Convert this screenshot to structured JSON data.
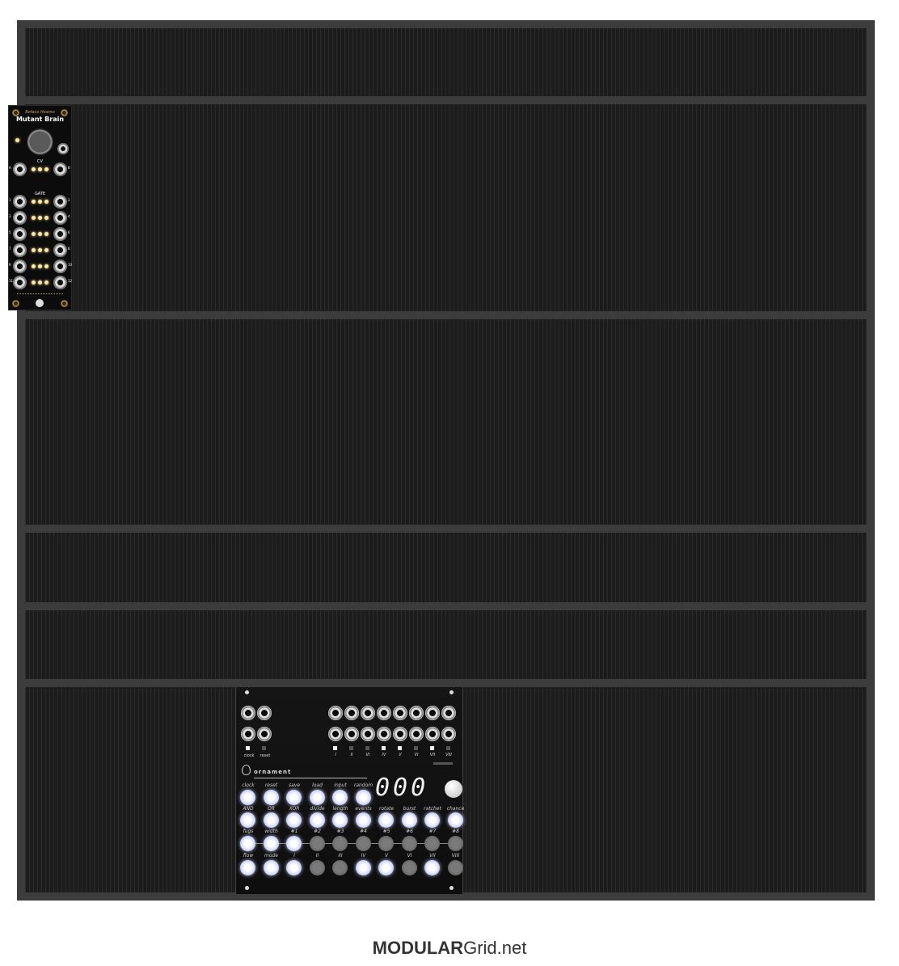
{
  "rack": {
    "rows": [
      "row-1",
      "row-2",
      "row-3",
      "row-4",
      "row-5",
      "row-6"
    ]
  },
  "mutant_brain": {
    "brand": "Befaco Hexmo",
    "name": "Mutant Brain",
    "cv_label": "CV",
    "gate_label": "GATE",
    "left_numbers": [
      "A",
      "1",
      "3",
      "5",
      "7",
      "9",
      "11"
    ],
    "right_numbers": [
      "B",
      "2",
      "4",
      "6",
      "8",
      "10",
      "12"
    ]
  },
  "sequencer": {
    "input_labels": [
      "clock",
      "reset"
    ],
    "brand": "ornament",
    "display": "000",
    "top_labels": [
      "clock",
      "reset",
      "save",
      "load",
      "input",
      "random"
    ],
    "row2_labels": [
      "AND",
      "OR",
      "XOR",
      "divide",
      "length",
      "events",
      "rotate",
      "burst",
      "ratchet",
      "chance"
    ],
    "row3_labels": [
      "fugs",
      "width",
      "#1",
      "#2",
      "#3",
      "#4",
      "#5",
      "#6",
      "#7",
      "#8"
    ],
    "row4_labels": [
      "flow",
      "mode",
      "I",
      "II",
      "III",
      "IV",
      "V",
      "VI",
      "VII",
      "VIII"
    ],
    "channel_labels": [
      "I",
      "II",
      "III",
      "IV",
      "V",
      "VI",
      "VII",
      "VIII"
    ],
    "row1_states": [
      true,
      true,
      true,
      true,
      true,
      true
    ],
    "row2_states": [
      true,
      true,
      true,
      true,
      true,
      true,
      true,
      true,
      true,
      true
    ],
    "row3_states": [
      true,
      true,
      true,
      false,
      false,
      false,
      false,
      false,
      false,
      false
    ],
    "row4_states": [
      true,
      true,
      true,
      false,
      false,
      true,
      true,
      false,
      true,
      false
    ]
  },
  "footer": {
    "brand_bold": "MODULAR",
    "brand_light": "Grid.net"
  },
  "colors": {
    "case": "#3c3c3c",
    "rail": "#1c1c1c",
    "button_on": "#d6dcff",
    "button_off": "#6a6a6a"
  }
}
